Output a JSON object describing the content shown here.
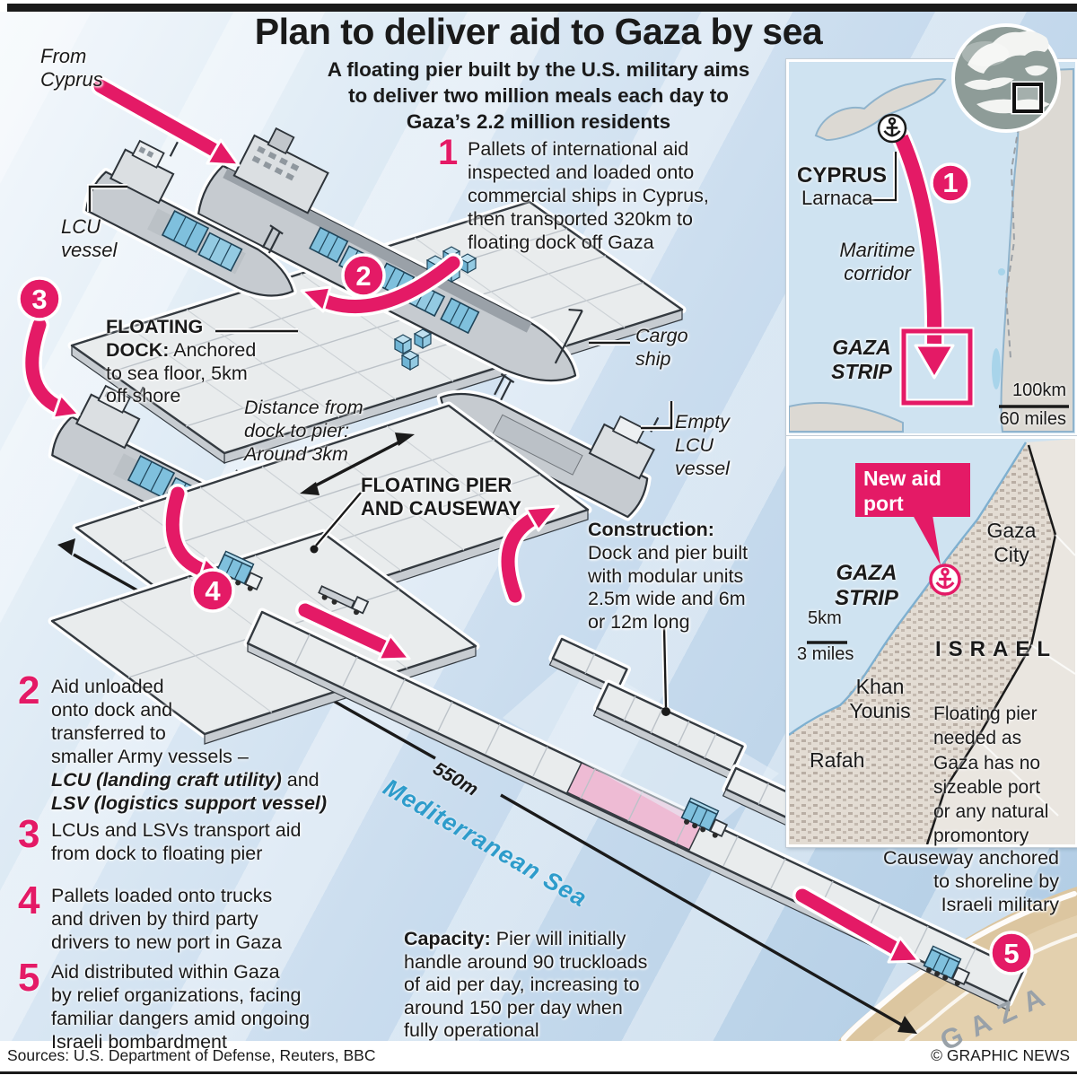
{
  "colors": {
    "accent_pink": "#e41a66",
    "sea_text_blue": "#2e9ccb",
    "sea_background": "#c9dcee",
    "sand": "#dcc6a0",
    "platform_gray": "#e9eced",
    "container_blue": "#7fc0dd"
  },
  "header": {
    "title": "Plan to deliver aid to Gaza by sea",
    "subtitle": "A floating pier built by the U.S. military aims\nto deliver two million meals each day to\nGaza’s 2.2 million residents"
  },
  "steps": [
    {
      "num": "1",
      "pre": "Pallets of international aid\ninspected and loaded onto\ncommercial ships in Cyprus,\nthen transported 320km to\nfloating dock off Gaza",
      "bold1": "",
      "mid": "",
      "bold2": ""
    },
    {
      "num": "2",
      "pre": "Aid unloaded\nonto dock and\ntransferred to\nsmaller Army vessels –\n",
      "bold1": "LCU (landing craft utility)",
      "mid": " and\n",
      "bold2": "LSV (logistics support vessel)"
    },
    {
      "num": "3",
      "pre": "LCUs and LSVs transport aid\nfrom dock to floating pier",
      "bold1": "",
      "mid": "",
      "bold2": ""
    },
    {
      "num": "4",
      "pre": "Pallets loaded onto trucks\nand driven by third party\ndrivers to new port in Gaza",
      "bold1": "",
      "mid": "",
      "bold2": ""
    },
    {
      "num": "5",
      "pre": "Aid distributed within Gaza\nby relief organizations, facing\nfamiliar dangers amid ongoing\nIsraeli bombardment",
      "bold1": "",
      "mid": "",
      "bold2": ""
    }
  ],
  "badges": {
    "b1": "1",
    "b2": "2",
    "b3": "3",
    "b4": "4",
    "b5": "5"
  },
  "diagram": {
    "from_cyprus": "From\nCyprus",
    "lcu_vessel": "LCU\nvessel",
    "cargo_ship": "Cargo\nship",
    "empty_lcu": "Empty\nLCU\nvessel",
    "floating_dock_title": "FLOATING\nDOCK:",
    "floating_dock_text": " Anchored\nto sea floor, 5km\noff shore",
    "distance_note": "Distance from\ndock to pier:\nAround 3km",
    "floating_pier_label": "FLOATING PIER\nAND CAUSEWAY",
    "construction_title": "Construction:",
    "construction_text": "\nDock and pier built\nwith modular units\n2.5m wide and 6m\nor 12m long",
    "capacity_title": "Capacity:",
    "capacity_text": " Pier will initially\nhandle around 90 truckloads\nof aid per day, increasing to\naround 150 per day when\nfully operational",
    "causeway_note": "Causeway anchored\nto shoreline by\nIsraeli military",
    "length_label": "550m",
    "sea_label": "Mediterranean Sea",
    "shore_label": "GAZA"
  },
  "map_cyprus": {
    "country": "CYPRUS",
    "city": "Larnaca",
    "corridor": "Maritime\ncorridor",
    "gaza_strip": "GAZA\nSTRIP",
    "scale_km": "100km",
    "scale_miles": "60 miles"
  },
  "map_gaza": {
    "callout": "New aid\nport",
    "gaza_strip": "GAZA\nSTRIP",
    "gaza_city": "Gaza\nCity",
    "israel": "ISRAEL",
    "khan_younis": "Khan\nYounis",
    "rafah": "Rafah",
    "note": "Floating pier\nneeded as\nGaza has no\nsizeable port\nor any natural\npromontory",
    "scale_km": "5km",
    "scale_miles": "3 miles"
  },
  "footer": {
    "sources": "Sources: U.S. Department of Defense, Reuters, BBC",
    "credit": "© GRAPHIC NEWS"
  }
}
